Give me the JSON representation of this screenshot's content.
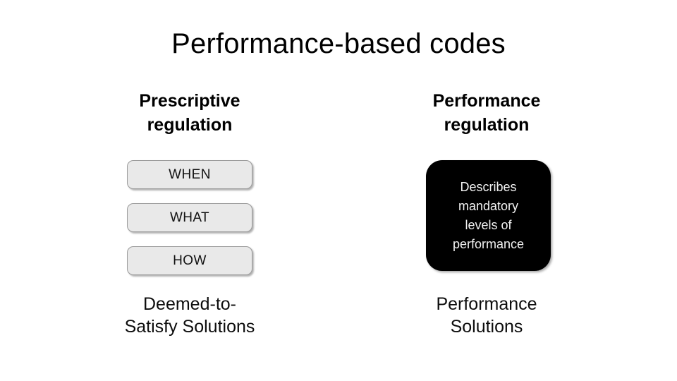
{
  "slide": {
    "title": "Performance-based codes",
    "background_color": "#ffffff"
  },
  "columns": {
    "left": {
      "heading_line1": "Prescriptive",
      "heading_line2": "regulation",
      "steps": [
        {
          "label": "WHEN"
        },
        {
          "label": "WHAT"
        },
        {
          "label": "HOW"
        }
      ],
      "caption_line1": "Deemed-to-",
      "caption_line2": "Satisfy Solutions",
      "box_fill_color": "#e9e9e9",
      "box_border_color": "#9a9a9a"
    },
    "right": {
      "heading_line1": "Performance",
      "heading_line2": "regulation",
      "box_lines": [
        "Describes",
        "mandatory",
        "levels of",
        "performance"
      ],
      "caption_line1": "Performance",
      "caption_line2": "Solutions",
      "box_fill_color": "#000000",
      "box_text_color": "#f2f2f2"
    }
  }
}
